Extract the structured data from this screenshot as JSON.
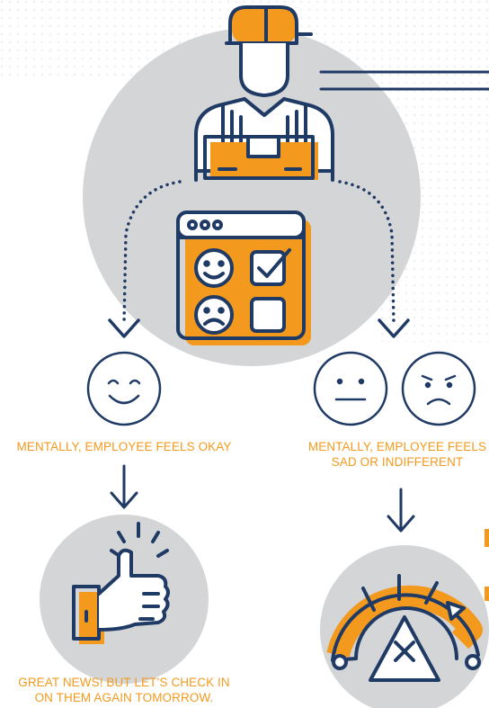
{
  "captions": {
    "ok": "MENTALLY, EMPLOYEE FEELS OKAY",
    "sad_line1": "MENTALLY, EMPLOYEE FEELS",
    "sad_line2": "SAD OR INDIFFERENT",
    "great_line1": "GREAT NEWS! BUT LET’S CHECK IN",
    "great_line2": "ON THEM AGAIN TOMORROW."
  },
  "colors": {
    "accent": "#f39a1e",
    "navy": "#1f3a64",
    "circle_gray": "#d4d5d7",
    "dots": "#eef0f2"
  },
  "icons": {
    "worker": "delivery-worker-icon",
    "checklist": "mood-checklist-icon",
    "happy": "happy-face-icon",
    "neutral": "neutral-face-icon",
    "sad": "sad-face-icon",
    "thumbs_up": "thumbs-up-icon",
    "gauge": "warning-gauge-icon"
  }
}
